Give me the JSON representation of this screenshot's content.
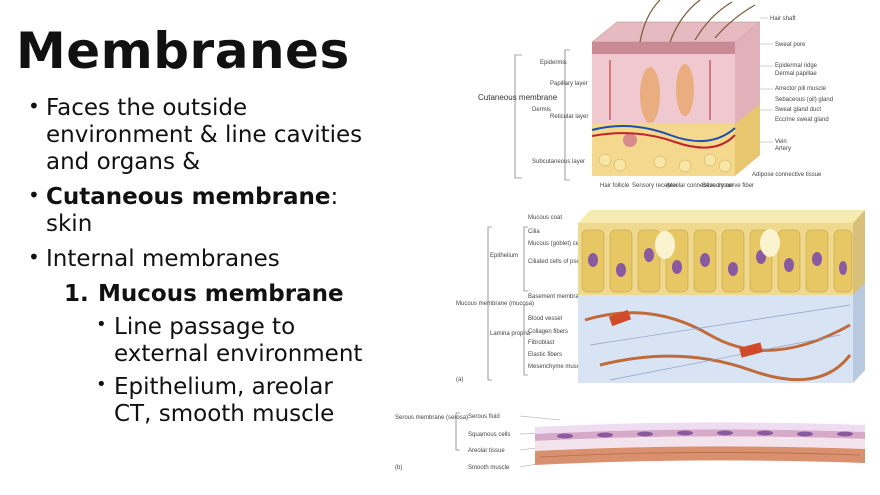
{
  "slide": {
    "title": "Membranes",
    "bullets": [
      {
        "text": "Faces the outside environment & line cavities and organs &"
      },
      {
        "bold": "Cutaneous membrane",
        "rest": ": skin"
      },
      {
        "text": "Internal membranes"
      }
    ],
    "numbered": {
      "num": "1.",
      "text": "Mucous membrane"
    },
    "sub_bullets": [
      "Line passage to external environment",
      "Epithelium, areolar CT, smooth muscle"
    ]
  },
  "figure_skin": {
    "side_label": "Cutaneous membrane",
    "left_labels": [
      "Epidermis",
      "Papillary layer",
      "Dermis",
      "Reticular layer",
      "Subcutaneous layer"
    ],
    "right_labels": [
      "Hair shaft",
      "Sweat pore",
      "Epidermal ridge",
      "Dermal papillae",
      "Arrector pili muscle",
      "Sebaceous (oil) gland",
      "Sweat gland duct",
      "Eccrine sweat gland",
      "Vein",
      "Artery",
      "Adipose connective tissue"
    ],
    "bottom_labels": [
      "Hair follicle",
      "Sensory receptor",
      "Areolar connective tissue",
      "Sensory nerve fiber"
    ]
  },
  "figure_mucous": {
    "side_label": "Mucous membrane (mucosa)",
    "group_labels": [
      "Epithelium",
      "Lamina propria"
    ],
    "labels": [
      "Mucous coat",
      "Cilia",
      "Mucous (goblet) cell",
      "Ciliated cells of pseudostratified epithelium",
      "Basement membrane",
      "Blood vessel",
      "Collagen fibers",
      "Fibroblast",
      "Elastic fibers",
      "Mesenchyme muscle"
    ],
    "panel": "(a)"
  },
  "figure_serous": {
    "side_label": "Serous membrane (serosa)",
    "labels": [
      "Serous fluid",
      "Squamous cells",
      "Areolar tissue",
      "Smooth muscle"
    ],
    "panel": "(b)"
  }
}
